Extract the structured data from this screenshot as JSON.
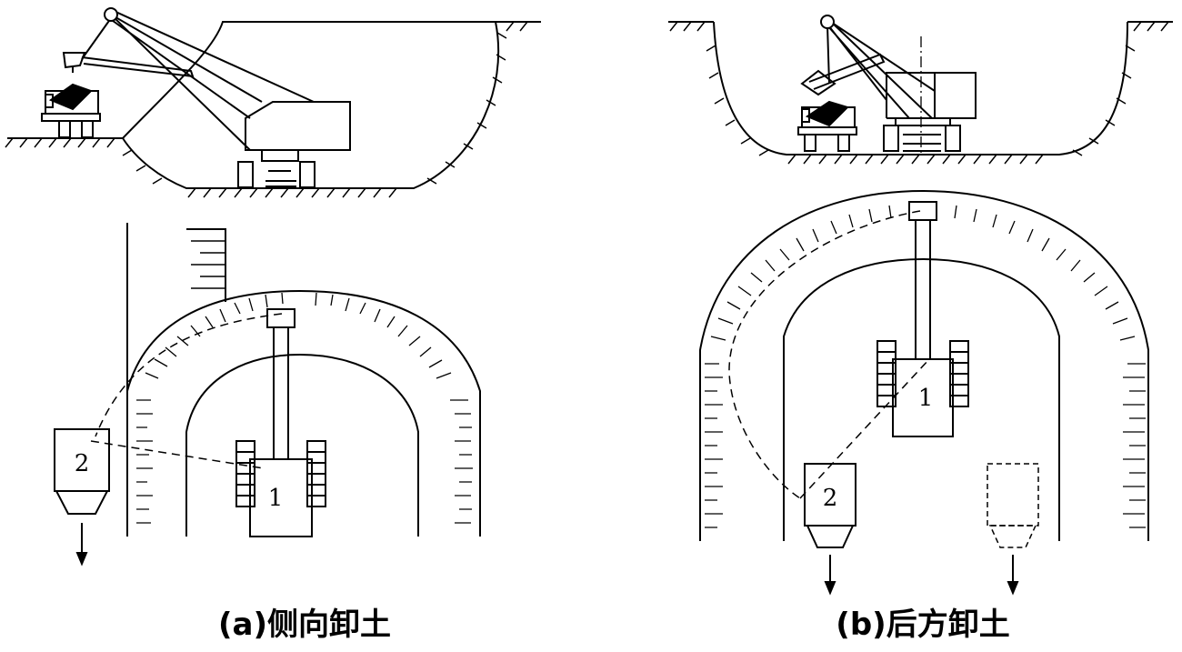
{
  "panel_a": {
    "caption": "(a)侧向卸土",
    "excavator_number": "1",
    "truck_number": "2"
  },
  "panel_b": {
    "caption": "(b)后方卸土",
    "excavator_number": "1",
    "truck_number": "2"
  },
  "colors": {
    "line": "#000000",
    "background": "#ffffff"
  },
  "icons": [
    "down-arrow-icon",
    "hinge-circle-icon"
  ]
}
